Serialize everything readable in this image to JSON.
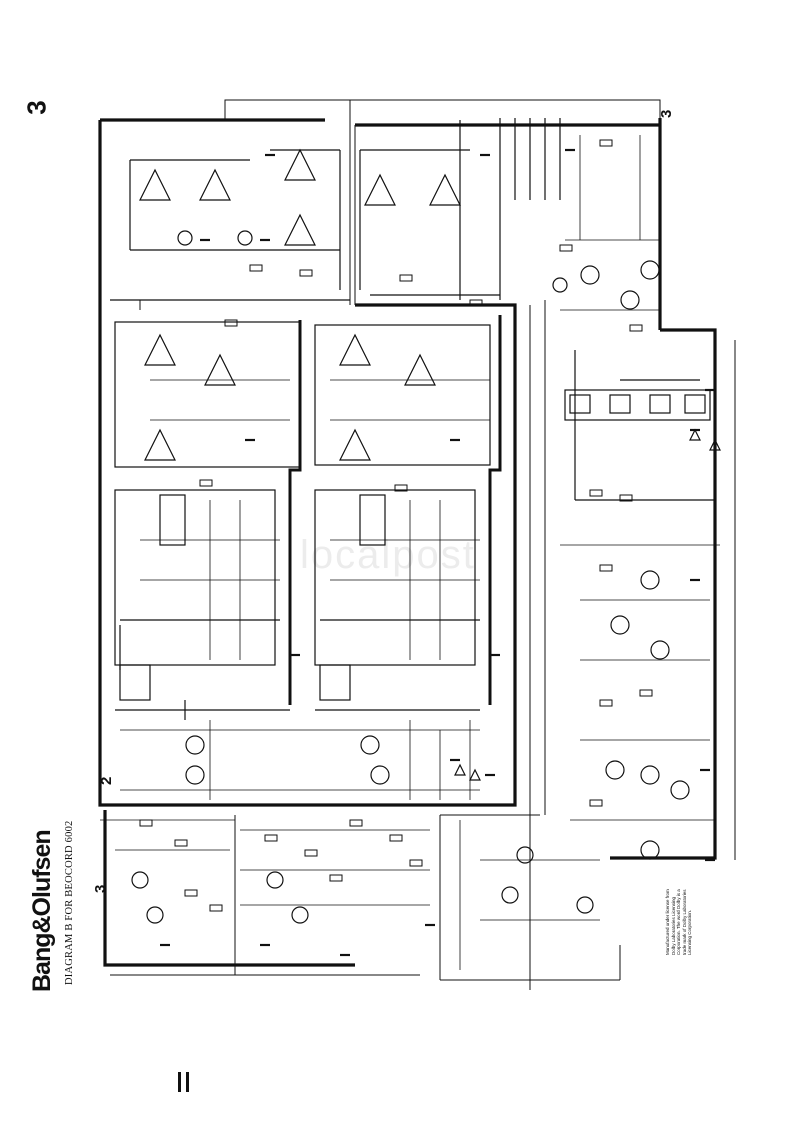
{
  "page": {
    "number": "3",
    "brand": "Bang&Olufsen",
    "title": "DIAGRAM B FOR BEOCORD 6002",
    "section_markers": [
      "3",
      "2",
      "3"
    ],
    "watermark": "localpost"
  },
  "notes": {
    "license_text": "Manufactured under license from Dolby Laboratories Licensing Corporation. The word Dolby is a trade mark of Dolby Laboratories Licensing Corporation."
  },
  "colors": {
    "ink": "#111111",
    "paper": "#ffffff"
  }
}
